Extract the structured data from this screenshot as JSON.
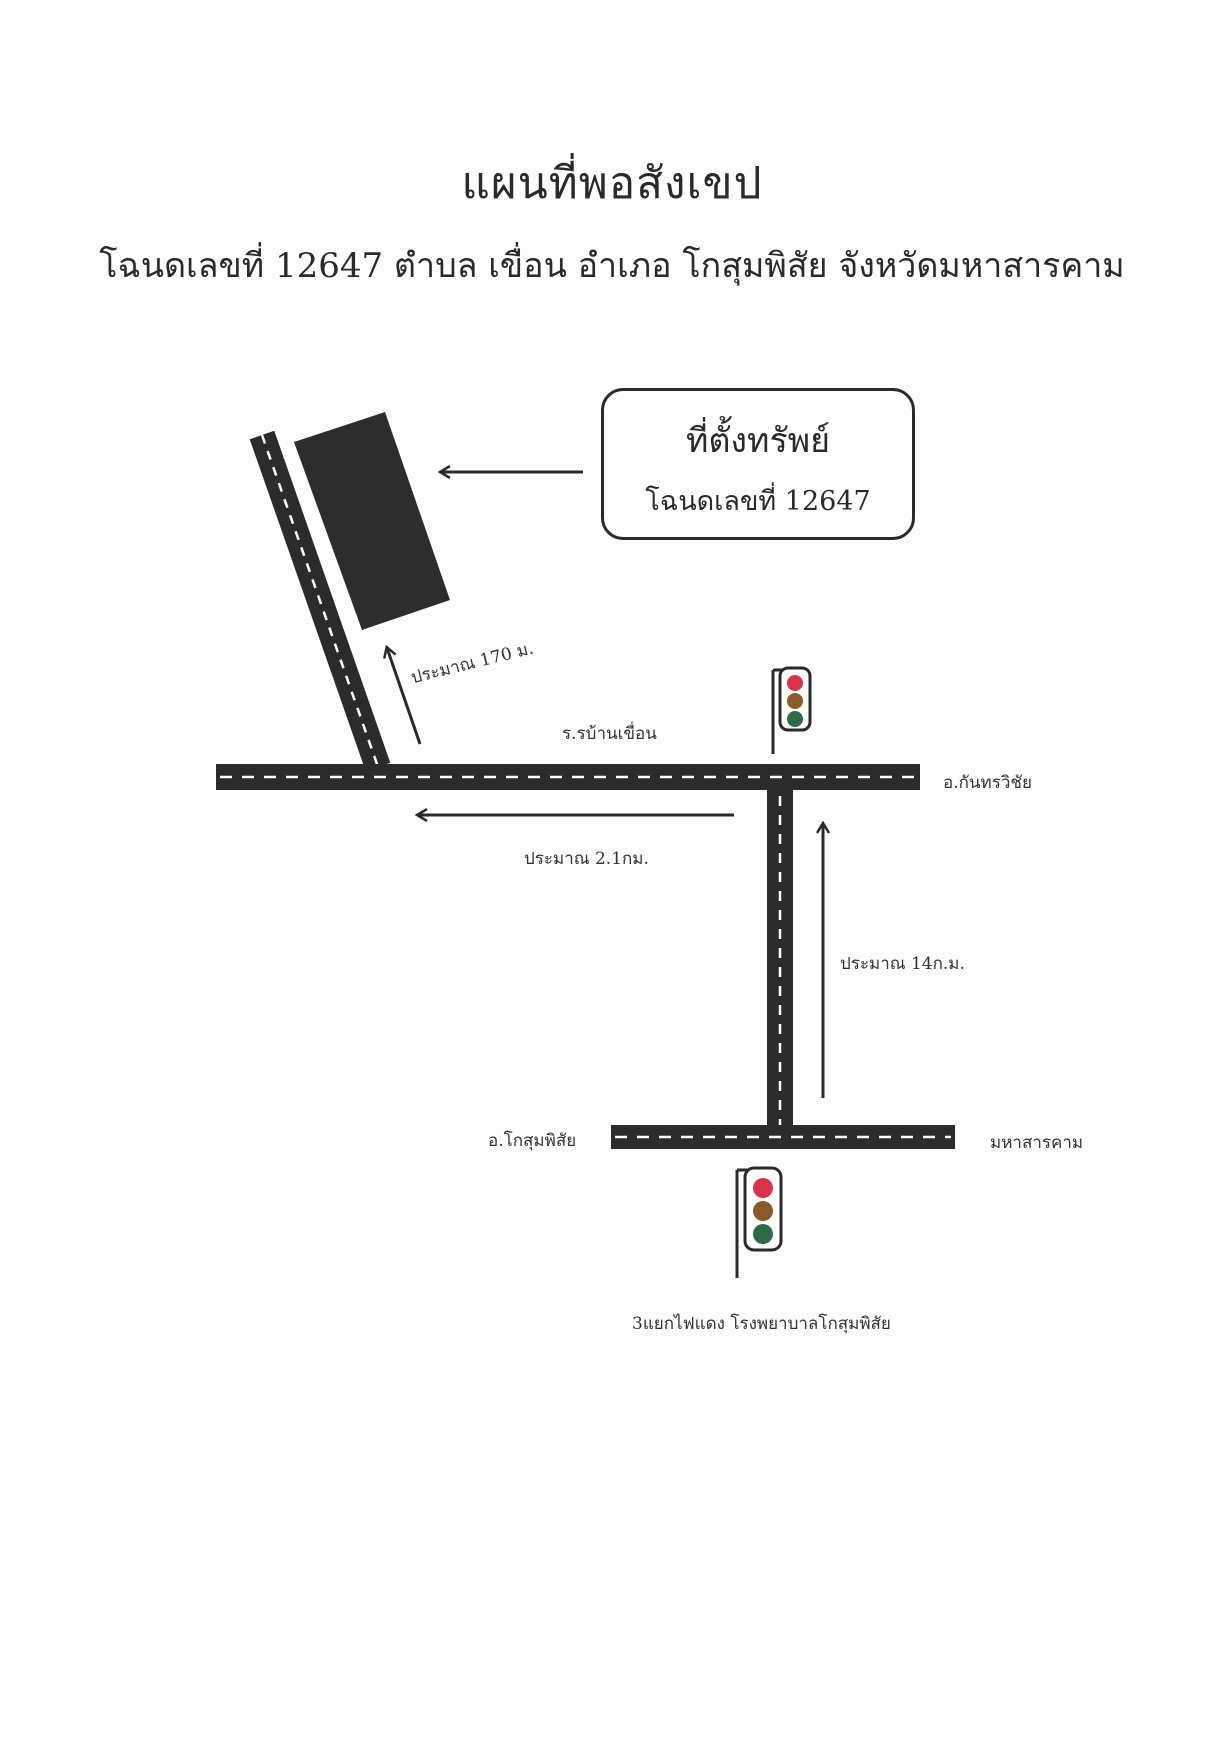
{
  "header": {
    "title": "แผนที่พอสังเขป",
    "subtitle": "โฉนดเลขที่ 12647 ตำบล เขื่อน อำเภอ โกสุมพิสัย จังหวัดมหาสารคาม"
  },
  "location_box": {
    "line1": "ที่ตั้งทรัพย์",
    "line2": "โฉนดเลขที่ 12647"
  },
  "labels": {
    "dist_170m": "ประมาณ 170 ม.",
    "school": "ร.รบ้านเขื่อน",
    "kantharawichai": "อ.กันทรวิชัย",
    "dist_2_1km": "ประมาณ 2.1กม.",
    "dist_14km": "ประมาณ 14ก.ม.",
    "kosum_phisai": "อ.โกสุมพิสัย",
    "maha_sarakham": "มหาสารคาม",
    "intersection": "3แยกไฟแดง โรงพยาบาลโกสุมพิสัย"
  },
  "colors": {
    "road": "#2b2b2b",
    "road_dash": "#ffffff",
    "parcel": "#2d2d2d",
    "light_red": "#d8334a",
    "light_amber": "#8b5a2b",
    "light_green": "#2f6b45"
  }
}
